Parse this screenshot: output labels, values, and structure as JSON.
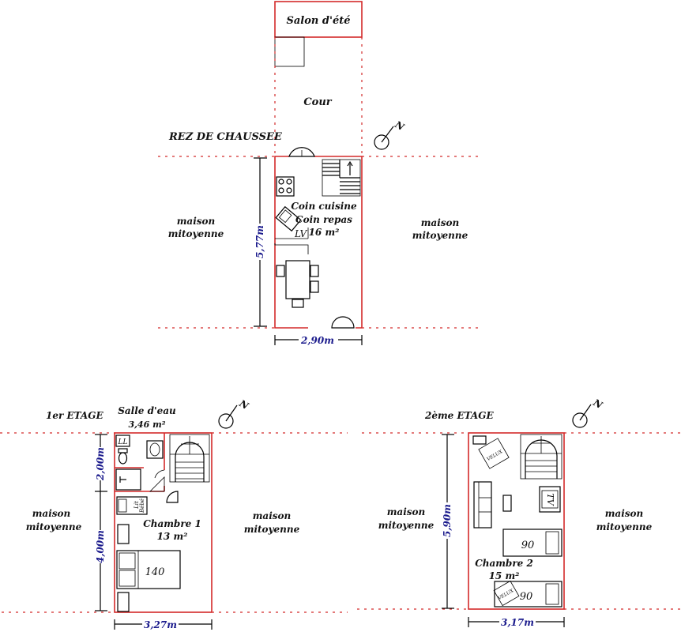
{
  "colors": {
    "wall": "#d32a2a",
    "dimension": "#1a1a8c",
    "ink": "#000000"
  },
  "ground_floor": {
    "title": "REZ DE CHAUSSEE",
    "summer_lounge": "Salon d'été",
    "courtyard": "Cour",
    "room_line1": "Coin cuisine",
    "room_line2": "Coin repas",
    "room_area": "16 m²",
    "dishwasher": "LV",
    "left_neighbor_line1": "maison",
    "left_neighbor_line2": "mitoyenne",
    "right_neighbor_line1": "maison",
    "right_neighbor_line2": "mitoyenne",
    "height_dim": "5,77m",
    "width_dim": "2,90m",
    "north_icon": "north-compass-icon"
  },
  "first_floor": {
    "title": "1er ETAGE",
    "bathroom_line1": "Salle d'eau",
    "bathroom_area": "3,46 m²",
    "washing_machine": "LL",
    "bedroom": "Chambre 1",
    "bedroom_area": "13 m²",
    "bed_size": "140",
    "crib_line1": "Lit",
    "crib_line2": "Bébé",
    "left_neighbor_line1": "maison",
    "left_neighbor_line2": "mitoyenne",
    "right_neighbor_line1": "maison",
    "right_neighbor_line2": "mitoyenne",
    "dim_top": "2,00m",
    "dim_bottom": "4,00m",
    "width_dim": "3,27m",
    "north_icon": "north-compass-icon"
  },
  "second_floor": {
    "title": "2ème ETAGE",
    "bedroom": "Chambre 2",
    "bedroom_area": "15 m²",
    "velux": "VELUX",
    "tv": "TV",
    "bed1_size": "90",
    "bed2_size": "90",
    "left_neighbor_line1": "maison",
    "left_neighbor_line2": "mitoyenne",
    "right_neighbor_line1": "maison",
    "right_neighbor_line2": "mitoyenne",
    "height_dim": "5,90m",
    "width_dim": "3,17m",
    "north_icon": "north-compass-icon"
  },
  "north_letter": "N"
}
